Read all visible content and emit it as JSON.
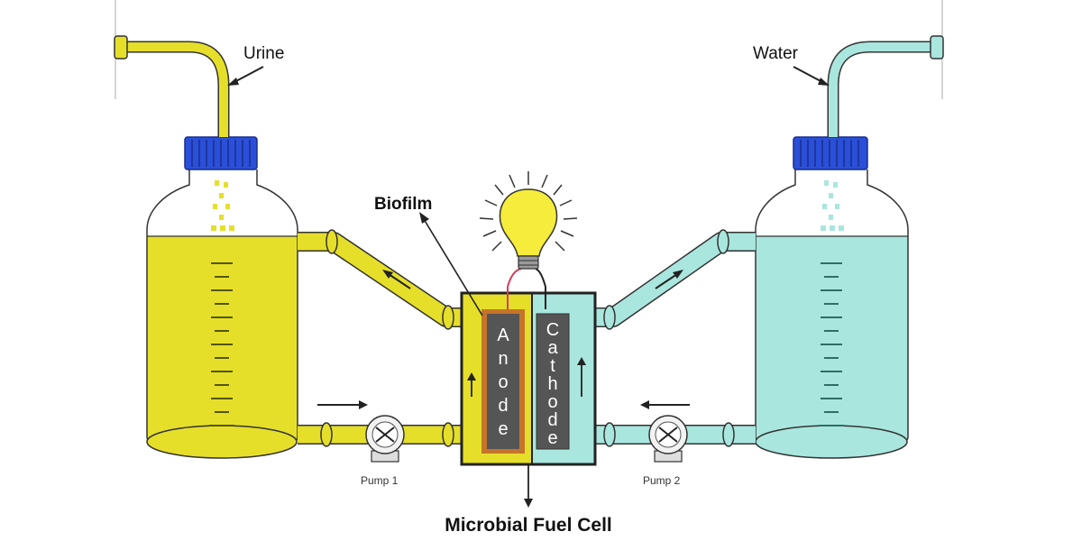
{
  "labels": {
    "urine": "Urine",
    "water": "Water",
    "biofilm": "Biofilm",
    "anode": "Anode",
    "cathode": "Cathode",
    "pump1": "Pump 1",
    "pump2": "Pump 2",
    "title": "Microbial Fuel Cell"
  },
  "colors": {
    "urine": "#e6df2a",
    "urine_dark": "#c9c116",
    "water": "#a9e6de",
    "water_dark": "#7fcfc3",
    "cap": "#2a4fd8",
    "electrode": "#555555",
    "biofilm": "#c5742a",
    "bulb": "#f5ec3c",
    "outline": "#333333"
  },
  "icons": [
    "light-bulb-icon",
    "pump-icon"
  ]
}
